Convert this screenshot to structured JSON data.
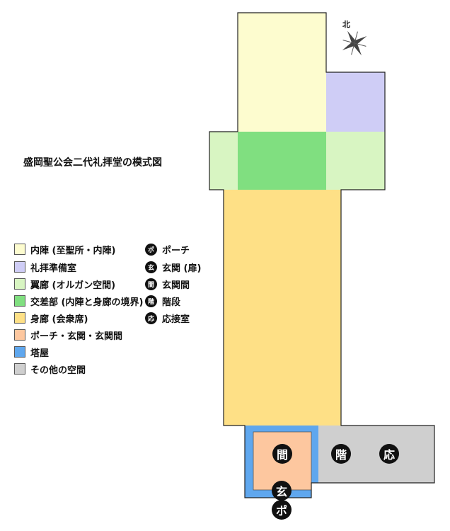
{
  "title": "盛岡聖公会二代礼拝堂の模式図",
  "north_label": "北",
  "colors": {
    "naijin": "#fdfccf",
    "junbi": "#cfcdf6",
    "yokuro": "#d8f5c2",
    "kosabu": "#80df80",
    "shinro": "#fee086",
    "porch": "#fdc79f",
    "tower": "#5fa7ee",
    "other": "#cfcfcf",
    "outline": "#222222"
  },
  "legend_colors": [
    {
      "label": "内陣 (至聖所・内陣)",
      "color": "#fdfccf"
    },
    {
      "label": "礼拝準備室",
      "color": "#cfcdf6"
    },
    {
      "label": "翼廊 (オルガン空間)",
      "color": "#d8f5c2"
    },
    {
      "label": "交差部 (内陣と身廊の境界)",
      "color": "#80df80"
    },
    {
      "label": "身廊 (会衆席)",
      "color": "#fee086"
    },
    {
      "label": "ポーチ・玄関・玄関間",
      "color": "#fdc79f"
    },
    {
      "label": "塔屋",
      "color": "#5fa7ee"
    },
    {
      "label": "その他の空間",
      "color": "#cfcfcf"
    }
  ],
  "legend_symbols": [
    {
      "symbol": "ポ",
      "label": "ポーチ"
    },
    {
      "symbol": "玄",
      "label": "玄関 (扉)"
    },
    {
      "symbol": "間",
      "label": "玄関間"
    },
    {
      "symbol": "階",
      "label": "階段"
    },
    {
      "symbol": "応",
      "label": "応接室"
    }
  ],
  "plan_symbols": {
    "kan": "間",
    "kai": "階",
    "ou": "応",
    "gen": "玄",
    "po": "ポ"
  }
}
